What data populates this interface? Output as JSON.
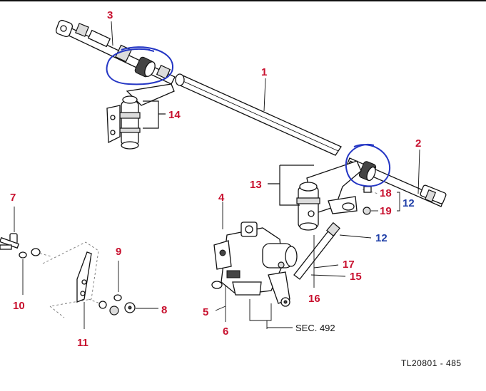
{
  "diagram": {
    "callouts": {
      "c1": "1",
      "c2": "2",
      "c3": "3",
      "c4": "4",
      "c5": "5",
      "c6": "6",
      "c7": "7",
      "c8": "8",
      "c9": "9",
      "c10": "10",
      "c11": "11",
      "c12a": "12",
      "c12b": "12",
      "c13": "13",
      "c14": "14",
      "c15": "15",
      "c16": "16",
      "c17": "17",
      "c18": "18",
      "c19": "19"
    },
    "section_ref": "SEC. 492",
    "figure_code": "TL20801 - 485",
    "colors": {
      "callout_red": "#c8102e",
      "callout_blue": "#1f3fa8",
      "highlight_circle": "#2436c4"
    }
  }
}
